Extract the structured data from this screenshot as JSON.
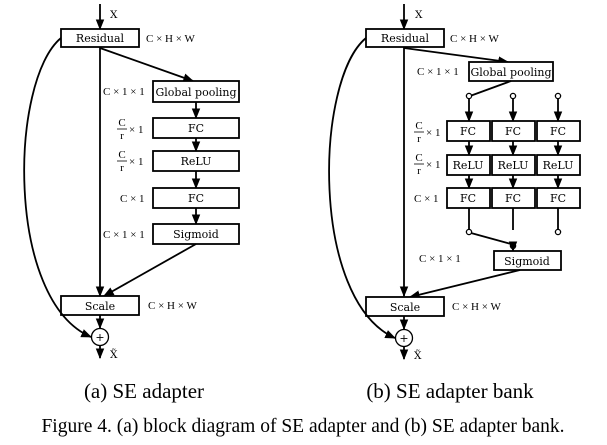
{
  "panel_a": {
    "input": "X",
    "output": "X̃",
    "plus": "+",
    "boxes": {
      "residual": "Residual",
      "global_pooling": "Global pooling",
      "fc1": "FC",
      "relu": "ReLU",
      "fc2": "FC",
      "sigmoid": "Sigmoid",
      "scale": "Scale"
    },
    "dims": {
      "residual": "C × H × W",
      "pooling": "C × 1 × 1",
      "fc1_suffix": "× 1",
      "relu_suffix": "× 1",
      "fc2": "C × 1",
      "sigmoid": "C × 1 × 1",
      "scale": "C × H × W"
    },
    "caption": "(a) SE adapter"
  },
  "panel_b": {
    "input": "X",
    "output": "X̃",
    "plus": "+",
    "boxes": {
      "residual": "Residual",
      "global_pooling": "Global pooling",
      "fc1": [
        "FC",
        "FC",
        "FC"
      ],
      "relu": [
        "ReLU",
        "ReLU",
        "ReLU"
      ],
      "fc2": [
        "FC",
        "FC",
        "FC"
      ],
      "sigmoid": "Sigmoid",
      "scale": "Scale"
    },
    "dims": {
      "residual": "C × H × W",
      "pooling": "C × 1 × 1",
      "fc1_suffix": "× 1",
      "relu_suffix": "× 1",
      "fc2": "C × 1",
      "sigmoid": "C × 1 × 1",
      "scale": "C × H × W"
    },
    "caption": "(b) SE adapter bank"
  },
  "ratio": {
    "numerator": "C",
    "denominator": "r"
  },
  "figure_caption": "Figure 4. (a) block diagram of SE adapter and (b) SE adapter bank."
}
